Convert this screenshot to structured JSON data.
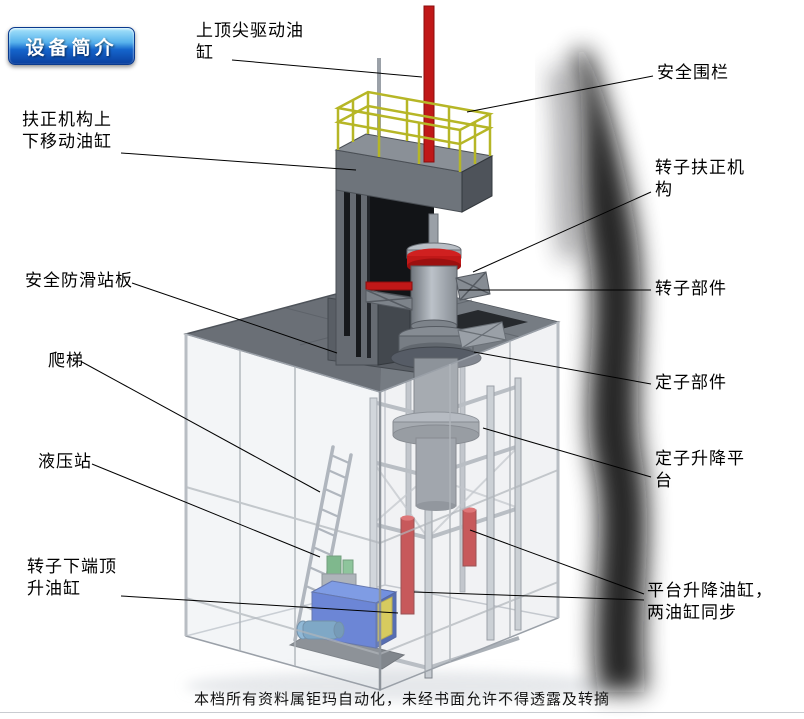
{
  "badge": {
    "label": "设备简介"
  },
  "labels": {
    "top_pin_cylinder": "上顶尖驱动油\n缸",
    "safety_fence": "安全围栏",
    "centering_mechanism_cylinder": "扶正机构上\n下移动油缸",
    "rotor_centering_mechanism": "转子扶正机\n构",
    "anti_slip_platform": "安全防滑站板",
    "rotor_component": "转子部件",
    "ladder": "爬梯",
    "stator_component": "定子部件",
    "hydraulic_station": "液压站",
    "stator_lift_platform": "定子升降平\n台",
    "rotor_bottom_jack_cylinder": "转子下端顶\n升油缸",
    "platform_lift_cylinders": "平台升降油缸，\n两油缸同步"
  },
  "footer": {
    "text": "本档所有资料属钜玛自动化，未经书面允许不得透露及转摘"
  },
  "colors": {
    "cylinder_red": "#c01818",
    "railing_yellow": "#b6b626",
    "hydraulic_blue": "#1f47c8",
    "structure_gray": "#666b72",
    "platform_gray": "#6a6f76"
  }
}
